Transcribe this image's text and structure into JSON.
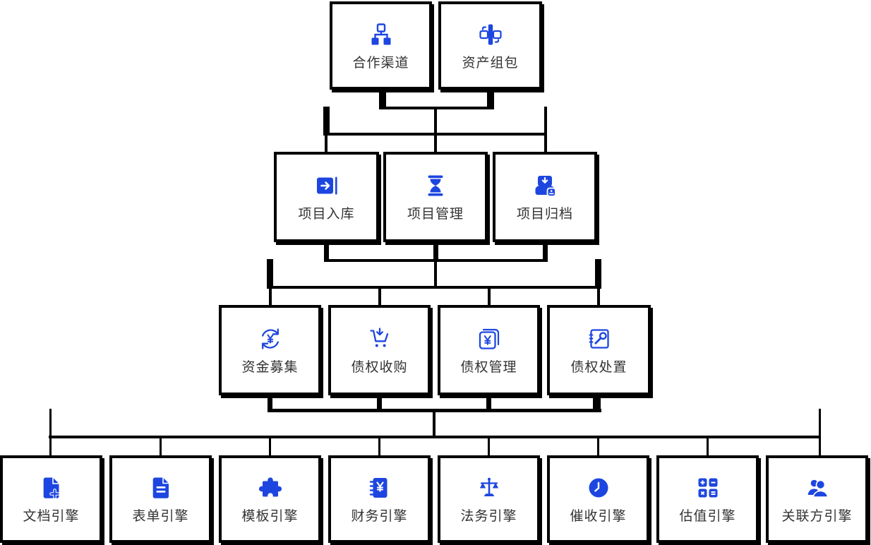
{
  "diagram": {
    "type": "flowchart-tree",
    "background": "#ffffff",
    "colors": {
      "icon_blue": "#1d46e0",
      "line_black": "#000000",
      "text": "#333333",
      "node_bg": "#ffffff"
    },
    "rows": [
      {
        "level": 1,
        "items": [
          {
            "label": "合作渠道",
            "icon": "sitemap"
          },
          {
            "label": "资产组包",
            "icon": "asset-package"
          }
        ]
      },
      {
        "level": 2,
        "items": [
          {
            "label": "项目入库",
            "icon": "import"
          },
          {
            "label": "项目管理",
            "icon": "hourglass"
          },
          {
            "label": "项目归档",
            "icon": "archive-inbox"
          }
        ]
      },
      {
        "level": 3,
        "items": [
          {
            "label": "资金募集",
            "icon": "refresh-yuan"
          },
          {
            "label": "债权收购",
            "icon": "cart-arrow-down"
          },
          {
            "label": "债权管理",
            "icon": "yuan-document"
          },
          {
            "label": "债权处置",
            "icon": "wrench-document"
          }
        ]
      },
      {
        "level": 4,
        "items": [
          {
            "label": "文档引擎",
            "icon": "document-plus"
          },
          {
            "label": "表单引擎",
            "icon": "form-document"
          },
          {
            "label": "模板引擎",
            "icon": "puzzle"
          },
          {
            "label": "财务引擎",
            "icon": "yuan-passbook"
          },
          {
            "label": "法务引擎",
            "icon": "scales"
          },
          {
            "label": "催收引擎",
            "icon": "clock"
          },
          {
            "label": "估值引擎",
            "icon": "calculator"
          },
          {
            "label": "关联方引擎",
            "icon": "people"
          }
        ]
      }
    ]
  }
}
